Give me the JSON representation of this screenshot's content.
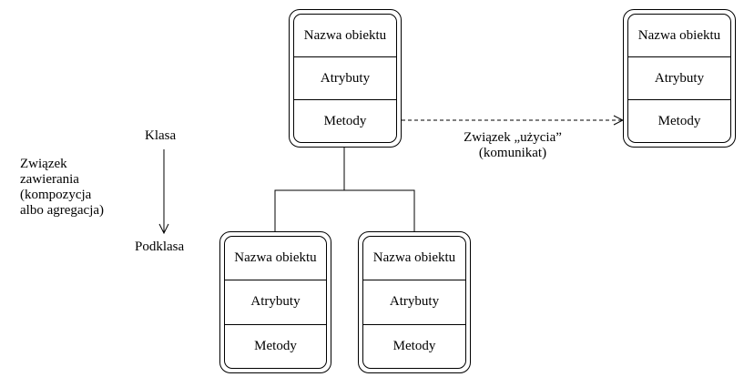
{
  "objects": {
    "top": {
      "name": "Nazwa obiektu",
      "attributes": "Atrybuty",
      "methods": "Metody"
    },
    "right": {
      "name": "Nazwa obiektu",
      "attributes": "Atrybuty",
      "methods": "Metody"
    },
    "bottom_left": {
      "name": "Nazwa obiektu",
      "attributes": "Atrybuty",
      "methods": "Metody"
    },
    "bottom_right": {
      "name": "Nazwa obiektu",
      "attributes": "Atrybuty",
      "methods": "Metody"
    }
  },
  "labels": {
    "klasa": "Klasa",
    "podklasa": "Podklasa",
    "containment": [
      "Związek",
      "zawierania",
      "(kompozycja",
      "albo agregacja)"
    ],
    "usage": [
      "Związek „użycia”",
      "(komunikat)"
    ]
  }
}
